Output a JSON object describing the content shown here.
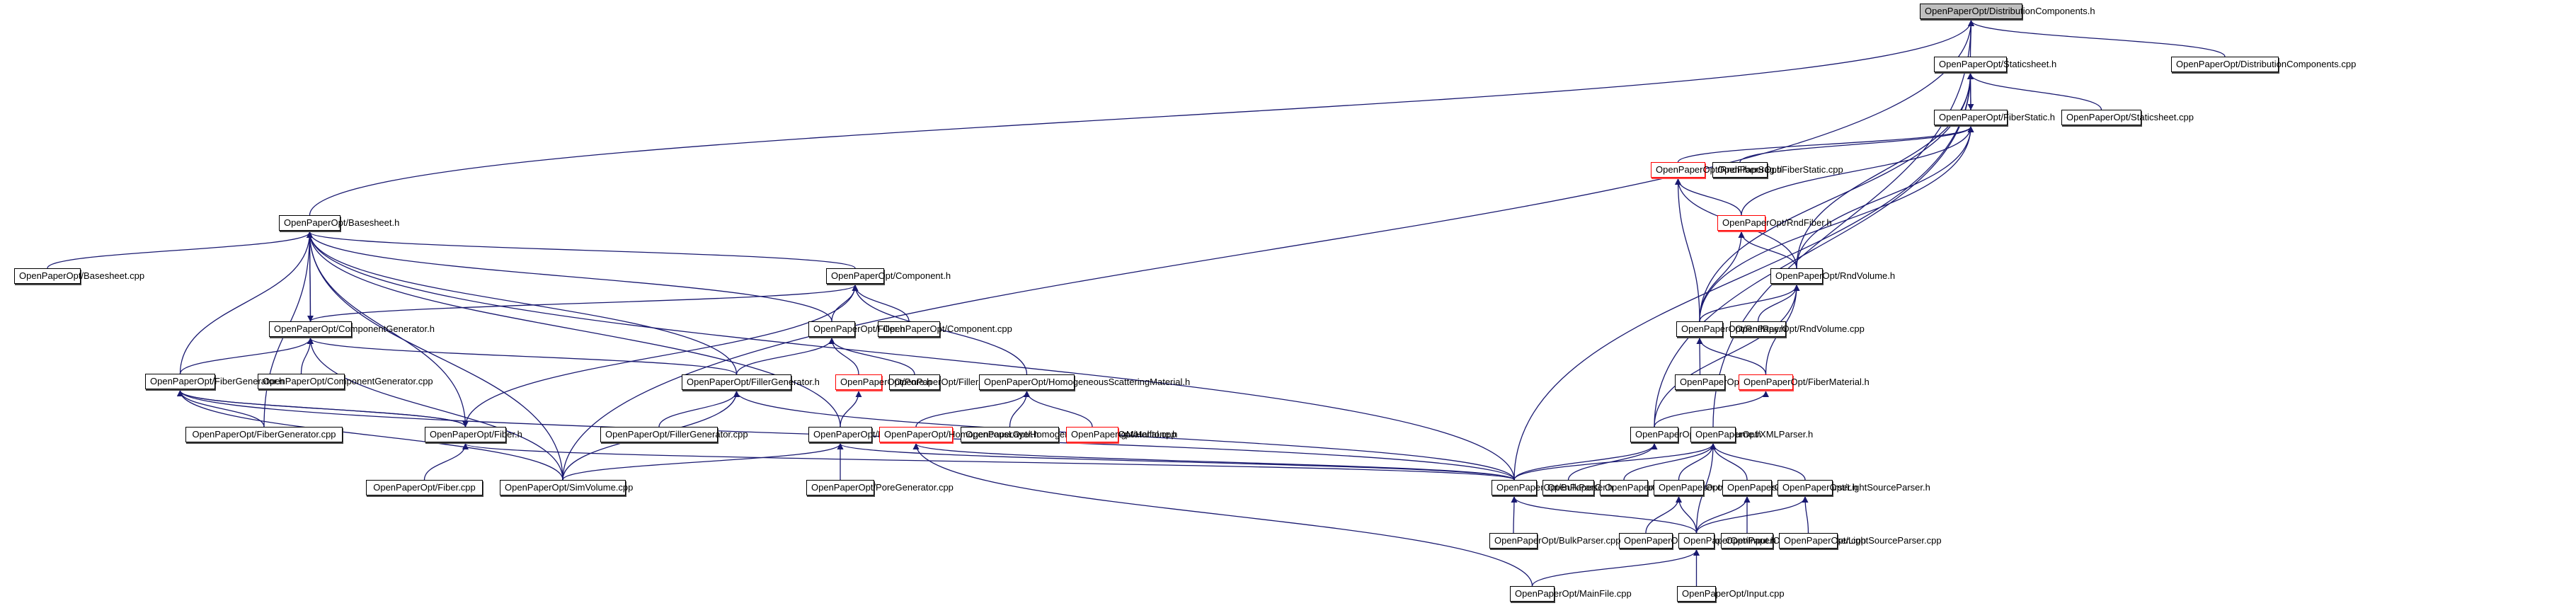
{
  "graph": {
    "title": "OpenPaperOpt/DistributionComponents.h",
    "edge_color": "#191970",
    "missing_border_color": "#ff0000",
    "root_fill": "#bfbfbf",
    "nodes": [
      {
        "id": "dist_h",
        "label": "OpenPaperOpt/DistributionComponents.h",
        "type": "root"
      },
      {
        "id": "dist_cpp",
        "label": "OpenPaperOpt/DistributionComponents.cpp",
        "type": "normal"
      },
      {
        "id": "staticsheet_h",
        "label": "OpenPaperOpt/Staticsheet.h",
        "type": "normal"
      },
      {
        "id": "staticsheet_cpp",
        "label": "OpenPaperOpt/Staticsheet.cpp",
        "type": "normal"
      },
      {
        "id": "fiberstatic_h",
        "label": "OpenPaperOpt/FiberStatic.h",
        "type": "normal"
      },
      {
        "id": "fiberstatic_cpp",
        "label": "OpenPaperOpt/FiberStatic.cpp",
        "type": "normal"
      },
      {
        "id": "rndfiberseg_h",
        "label": "OpenPaperOpt/RndFiberSeg.h",
        "type": "missing"
      },
      {
        "id": "rndfiber_h",
        "label": "OpenPaperOpt/RndFiber.h",
        "type": "missing"
      },
      {
        "id": "rndvolume_h",
        "label": "OpenPaperOpt/RndVolume.h",
        "type": "normal"
      },
      {
        "id": "rndvolume_cpp",
        "label": "OpenPaperOpt/RndVolume.cpp",
        "type": "normal"
      },
      {
        "id": "rndray_h",
        "label": "OpenPaperOpt/RndRay.h",
        "type": "normal"
      },
      {
        "id": "rndray_cpp",
        "label": "OpenPaperOpt/RndRay.cpp",
        "type": "normal"
      },
      {
        "id": "fibermaterial_h",
        "label": "OpenPaperOpt/FiberMaterial.h",
        "type": "missing"
      },
      {
        "id": "staticvolume_h",
        "label": "OpenPaperOpt/StaticVolume.h",
        "type": "normal"
      },
      {
        "id": "staticvolume_cpp",
        "label": "OpenPaperOpt/StaticVolume.cpp",
        "type": "normal"
      },
      {
        "id": "xmlparser_h",
        "label": "OpenPaperOpt/XMLParser.h",
        "type": "normal"
      },
      {
        "id": "xmlparser_cpp",
        "label": "OpenPaperOpt/XMLParser.cpp",
        "type": "normal"
      },
      {
        "id": "detectorparser_h",
        "label": "OpenPaperOpt/DetectorParser.h",
        "type": "normal"
      },
      {
        "id": "detectorparser_cpp",
        "label": "OpenPaperOpt/DetectorParser.cpp",
        "type": "normal"
      },
      {
        "id": "surfaceparser_h",
        "label": "OpenPaperOpt/SurfaceParser.h",
        "type": "normal"
      },
      {
        "id": "surfaceparser_cpp",
        "label": "OpenPaperOpt/SurfaceParser.cpp",
        "type": "normal"
      },
      {
        "id": "lightsourceparser_h",
        "label": "OpenPaperOpt/LightSourceParser.h",
        "type": "normal"
      },
      {
        "id": "lightsourceparser_cpp",
        "label": "OpenPaperOpt/LightSourceParser.cpp",
        "type": "normal"
      },
      {
        "id": "input_h",
        "label": "OpenPaperOpt/Input.h",
        "type": "normal"
      },
      {
        "id": "input_cpp",
        "label": "OpenPaperOpt/Input.cpp",
        "type": "normal"
      },
      {
        "id": "mainfile_cpp",
        "label": "OpenPaperOpt/MainFile.cpp",
        "type": "normal"
      },
      {
        "id": "bulkparser_h",
        "label": "OpenPaperOpt/BulkParser.h",
        "type": "normal"
      },
      {
        "id": "bulkparser_cpp",
        "label": "OpenPaperOpt/BulkParser.cpp",
        "type": "normal"
      },
      {
        "id": "basesheet_h",
        "label": "OpenPaperOpt/Basesheet.h",
        "type": "normal"
      },
      {
        "id": "basesheet_cpp",
        "label": "OpenPaperOpt/Basesheet.cpp",
        "type": "normal"
      },
      {
        "id": "component_h",
        "label": "OpenPaperOpt/Component.h",
        "type": "normal"
      },
      {
        "id": "component_cpp",
        "label": "OpenPaperOpt/Component.cpp",
        "type": "normal"
      },
      {
        "id": "compgen_h",
        "label": "OpenPaperOpt/ComponentGenerator.h",
        "type": "normal"
      },
      {
        "id": "compgen_cpp",
        "label": "OpenPaperOpt/ComponentGenerator.cpp",
        "type": "normal"
      },
      {
        "id": "filler_h",
        "label": "OpenPaperOpt/Filler.h",
        "type": "normal"
      },
      {
        "id": "filler_cpp",
        "label": "OpenPaperOpt/Filler.cpp",
        "type": "normal"
      },
      {
        "id": "fillergen_h",
        "label": "OpenPaperOpt/FillerGenerator.h",
        "type": "normal"
      },
      {
        "id": "fillergen_cpp",
        "label": "OpenPaperOpt/FillerGenerator.cpp",
        "type": "normal"
      },
      {
        "id": "pore_h",
        "label": "OpenPaperOpt/Pore.h",
        "type": "missing"
      },
      {
        "id": "poregen_h",
        "label": "OpenPaperOpt/PoreGenerator.h",
        "type": "normal"
      },
      {
        "id": "poregen_cpp",
        "label": "OpenPaperOpt/PoreGenerator.cpp",
        "type": "normal"
      },
      {
        "id": "fibergen_h",
        "label": "OpenPaperOpt/FiberGenerator.h",
        "type": "normal"
      },
      {
        "id": "fibergen_cpp",
        "label": "OpenPaperOpt/FiberGenerator.cpp",
        "type": "normal"
      },
      {
        "id": "fiber_h",
        "label": "OpenPaperOpt/Fiber.h",
        "type": "normal"
      },
      {
        "id": "fiber_cpp",
        "label": "OpenPaperOpt/Fiber.cpp",
        "type": "normal"
      },
      {
        "id": "simvolume_cpp",
        "label": "OpenPaperOpt/SimVolume.cpp",
        "type": "normal"
      },
      {
        "id": "homscatmat_h",
        "label": "OpenPaperOpt/HomogeneousScatteringMaterial.h",
        "type": "normal"
      },
      {
        "id": "homscatmat_cpp",
        "label": "OpenPaperOpt/HomogenousScatteringMaterial.cpp",
        "type": "normal"
      },
      {
        "id": "homlayer_h",
        "label": "OpenPaperOpt/HomogeneousLayer.h",
        "type": "missing"
      },
      {
        "id": "halftone_h",
        "label": "OpenPaperOpt/Halftone.h",
        "type": "missing"
      }
    ],
    "edges": [
      [
        "staticsheet_h",
        "dist_h"
      ],
      [
        "dist_cpp",
        "dist_h"
      ],
      [
        "basesheet_h",
        "dist_h"
      ],
      [
        "simvolume_cpp",
        "dist_h"
      ],
      [
        "xmlparser_h",
        "dist_h"
      ],
      [
        "fiberstatic_h",
        "staticsheet_h"
      ],
      [
        "staticsheet_h",
        "fiberstatic_h"
      ],
      [
        "staticsheet_cpp",
        "staticsheet_h"
      ],
      [
        "bulkparser_h",
        "staticsheet_h"
      ],
      [
        "rndray_h",
        "staticsheet_h"
      ],
      [
        "rndvolume_h",
        "staticsheet_h"
      ],
      [
        "staticvolume_h",
        "staticsheet_h"
      ],
      [
        "rndfiberseg_h",
        "fiberstatic_h"
      ],
      [
        "fiberstatic_cpp",
        "fiberstatic_h"
      ],
      [
        "rndfiber_h",
        "fiberstatic_h"
      ],
      [
        "rndvolume_h",
        "fiberstatic_h"
      ],
      [
        "rndray_h",
        "fiberstatic_h"
      ],
      [
        "rndfiber_h",
        "rndfiberseg_h"
      ],
      [
        "rndray_h",
        "rndfiberseg_h"
      ],
      [
        "rndvolume_h",
        "rndfiberseg_h"
      ],
      [
        "rndray_h",
        "rndfiber_h"
      ],
      [
        "rndvolume_h",
        "rndfiber_h"
      ],
      [
        "rndray_h",
        "rndvolume_h"
      ],
      [
        "rndvolume_cpp",
        "rndvolume_h"
      ],
      [
        "fibermaterial_h",
        "rndvolume_h"
      ],
      [
        "staticvolume_h",
        "rndvolume_h"
      ],
      [
        "rndray_cpp",
        "rndray_h"
      ],
      [
        "fibermaterial_h",
        "rndray_h"
      ],
      [
        "staticvolume_h",
        "fibermaterial_h"
      ],
      [
        "bulkparser_h",
        "staticvolume_h"
      ],
      [
        "staticvolume_cpp",
        "staticvolume_h"
      ],
      [
        "bulkparser_h",
        "xmlparser_h"
      ],
      [
        "xmlparser_cpp",
        "xmlparser_h"
      ],
      [
        "detectorparser_h",
        "xmlparser_h"
      ],
      [
        "input_h",
        "xmlparser_h"
      ],
      [
        "surfaceparser_h",
        "xmlparser_h"
      ],
      [
        "lightsourceparser_h",
        "xmlparser_h"
      ],
      [
        "detectorparser_cpp",
        "detectorparser_h"
      ],
      [
        "input_h",
        "detectorparser_h"
      ],
      [
        "input_h",
        "surfaceparser_h"
      ],
      [
        "surfaceparser_cpp",
        "surfaceparser_h"
      ],
      [
        "input_h",
        "lightsourceparser_h"
      ],
      [
        "lightsourceparser_cpp",
        "lightsourceparser_h"
      ],
      [
        "input_h",
        "bulkparser_h"
      ],
      [
        "bulkparser_cpp",
        "bulkparser_h"
      ],
      [
        "input_cpp",
        "input_h"
      ],
      [
        "mainfile_cpp",
        "input_h"
      ],
      [
        "mainfile_cpp",
        "homlayer_h"
      ],
      [
        "basesheet_cpp",
        "basesheet_h"
      ],
      [
        "compgen_h",
        "basesheet_h"
      ],
      [
        "basesheet_h",
        "compgen_h"
      ],
      [
        "component_h",
        "basesheet_h"
      ],
      [
        "filler_h",
        "basesheet_h"
      ],
      [
        "fillergen_h",
        "basesheet_h"
      ],
      [
        "fibergen_h",
        "basesheet_h"
      ],
      [
        "fibergen_cpp",
        "basesheet_h"
      ],
      [
        "fiber_h",
        "basesheet_h"
      ],
      [
        "simvolume_cpp",
        "basesheet_h"
      ],
      [
        "poregen_h",
        "basesheet_h"
      ],
      [
        "bulkparser_h",
        "basesheet_h"
      ],
      [
        "compgen_h",
        "component_h"
      ],
      [
        "filler_h",
        "component_h"
      ],
      [
        "component_cpp",
        "component_h"
      ],
      [
        "homscatmat_h",
        "component_h"
      ],
      [
        "fiber_h",
        "component_h"
      ],
      [
        "compgen_cpp",
        "compgen_h"
      ],
      [
        "fillergen_h",
        "compgen_h"
      ],
      [
        "fibergen_h",
        "compgen_h"
      ],
      [
        "simvolume_cpp",
        "compgen_h"
      ],
      [
        "fillergen_h",
        "filler_h"
      ],
      [
        "pore_h",
        "filler_h"
      ],
      [
        "filler_cpp",
        "filler_h"
      ],
      [
        "fillergen_cpp",
        "fillergen_h"
      ],
      [
        "simvolume_cpp",
        "fillergen_h"
      ],
      [
        "bulkparser_h",
        "fillergen_h"
      ],
      [
        "poregen_h",
        "pore_h"
      ],
      [
        "poregen_cpp",
        "poregen_h"
      ],
      [
        "simvolume_cpp",
        "poregen_h"
      ],
      [
        "bulkparser_h",
        "poregen_h"
      ],
      [
        "fibergen_cpp",
        "fibergen_h"
      ],
      [
        "fiber_h",
        "fibergen_h"
      ],
      [
        "simvolume_cpp",
        "fibergen_h"
      ],
      [
        "bulkparser_h",
        "fibergen_h"
      ],
      [
        "fibergen_h",
        "fiber_h"
      ],
      [
        "fiber_cpp",
        "fiber_h"
      ],
      [
        "bulkparser_h",
        "fiber_h"
      ],
      [
        "homlayer_h",
        "homscatmat_h"
      ],
      [
        "homscatmat_cpp",
        "homscatmat_h"
      ],
      [
        "halftone_h",
        "homscatmat_h"
      ],
      [
        "bulkparser_h",
        "homlayer_h"
      ]
    ]
  }
}
